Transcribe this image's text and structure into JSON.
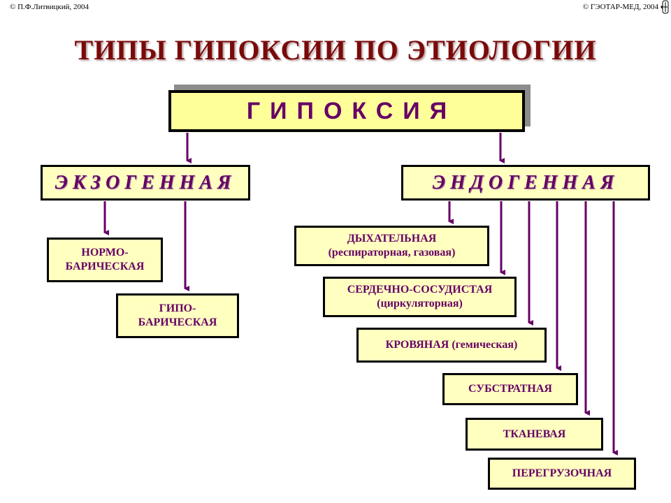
{
  "header": {
    "copyright_left": "© П.Ф.Литвицкий, 2004",
    "copyright_right": "© ГЭОТАР-МЕД, 2004"
  },
  "title": "ТИПЫ ГИПОКСИИ ПО ЭТИОЛОГИИ",
  "diagram": {
    "root": "ГИПОКСИЯ",
    "exogenous": {
      "label": "ЭКЗОГЕННАЯ",
      "children": [
        {
          "line1": "НОРМО-",
          "line2": "БАРИЧЕСКАЯ"
        },
        {
          "line1": "ГИПО-",
          "line2": "БАРИЧЕСКАЯ"
        }
      ]
    },
    "endogenous": {
      "label": "ЭНДОГЕННАЯ",
      "children": [
        {
          "line1": "ДЫХАТЕЛЬНАЯ",
          "line2": "(респираторная, газовая)"
        },
        {
          "line1": "СЕРДЕЧНО-СОСУДИСТАЯ",
          "line2": "(циркуляторная)"
        },
        {
          "line1": "КРОВЯНАЯ (гемическая)"
        },
        {
          "line1": "СУБСТРАТНАЯ"
        },
        {
          "line1": "ТКАНЕВАЯ"
        },
        {
          "line1": "ПЕРЕГРУЗОЧНАЯ"
        }
      ]
    }
  },
  "colors": {
    "title": "#7a0a0a",
    "box_fill": "#ffffc0",
    "text": "#660066",
    "arrow": "#660066"
  }
}
